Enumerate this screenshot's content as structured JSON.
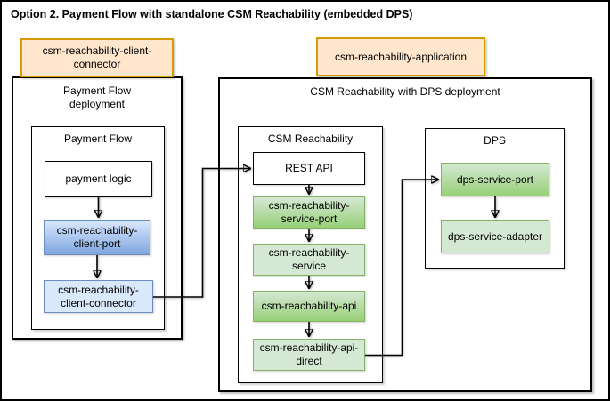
{
  "title": "Option 2. Payment Flow with standalone CSM Reachability (embedded DPS)",
  "tags": {
    "client_connector": "csm-reachability-client-connector",
    "application": "csm-reachability-application"
  },
  "payment_deployment": {
    "title": "Payment Flow deployment",
    "component": {
      "title": "Payment Flow",
      "nodes": [
        {
          "label": "payment logic",
          "style": "plain-white"
        },
        {
          "label": "csm-reachability-client-port",
          "style": "blue-gradient"
        },
        {
          "label": "csm-reachability-client-connector",
          "style": "blue-flat"
        }
      ]
    }
  },
  "csm_deployment": {
    "title": "CSM Reachability with DPS deployment",
    "csm_reachability": {
      "title": "CSM Reachability",
      "nodes": [
        {
          "label": "REST API",
          "style": "plain-white"
        },
        {
          "label": "csm-reachability-service-port",
          "style": "green-gradient"
        },
        {
          "label": "csm-reachability-service",
          "style": "green-flat"
        },
        {
          "label": "csm-reachability-api",
          "style": "green-gradient"
        },
        {
          "label": "csm-reachability-api-direct",
          "style": "green-flat"
        }
      ]
    },
    "dps": {
      "title": "DPS",
      "nodes": [
        {
          "label": "dps-service-port",
          "style": "green-gradient"
        },
        {
          "label": "dps-service-adapter",
          "style": "green-flat"
        }
      ]
    }
  },
  "connectors": [
    {
      "from": "payment logic",
      "to": "csm-reachability-client-port"
    },
    {
      "from": "csm-reachability-client-port",
      "to": "csm-reachability-client-connector"
    },
    {
      "from": "csm-reachability-client-connector",
      "to": "REST API"
    },
    {
      "from": "REST API",
      "to": "csm-reachability-service-port"
    },
    {
      "from": "csm-reachability-service-port",
      "to": "csm-reachability-service"
    },
    {
      "from": "csm-reachability-service",
      "to": "csm-reachability-api"
    },
    {
      "from": "csm-reachability-api",
      "to": "csm-reachability-api-direct"
    },
    {
      "from": "csm-reachability-api-direct",
      "to": "dps-service-port"
    },
    {
      "from": "dps-service-port",
      "to": "dps-service-adapter"
    }
  ],
  "colors": {
    "tag_fill": "#ffe6cc",
    "tag_border": "#d79b00",
    "blue_gradient_top": "#dae8fc",
    "blue_gradient_bottom": "#7ea6e0",
    "blue_flat_fill": "#dae8fc",
    "blue_border": "#6c8ebf",
    "green_gradient_top": "#d5e8d4",
    "green_gradient_bottom": "#97d077",
    "green_flat_fill": "#d5e8d4",
    "green_border": "#82b366",
    "line": "#000000",
    "canvas_border": "#000000"
  }
}
